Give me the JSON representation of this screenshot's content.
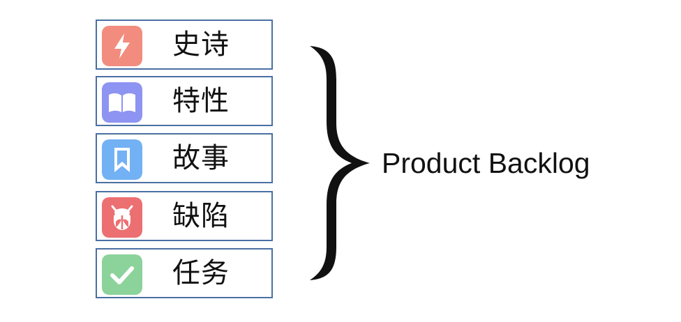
{
  "items": [
    {
      "label": "史诗",
      "icon": "lightning-icon",
      "icon_color": "#F28C7E"
    },
    {
      "label": "特性",
      "icon": "open-book-icon",
      "icon_color": "#8E94F1"
    },
    {
      "label": "故事",
      "icon": "bookmark-icon",
      "icon_color": "#73B1F5"
    },
    {
      "label": "缺陷",
      "icon": "bug-icon",
      "icon_color": "#EC6F72"
    },
    {
      "label": "任务",
      "icon": "check-icon",
      "icon_color": "#8BD39A"
    }
  ],
  "brace": {
    "label": "Product Backlog"
  },
  "colors": {
    "box_border": "#4A6FA3",
    "text": "#111111",
    "background": "#FFFFFF"
  }
}
